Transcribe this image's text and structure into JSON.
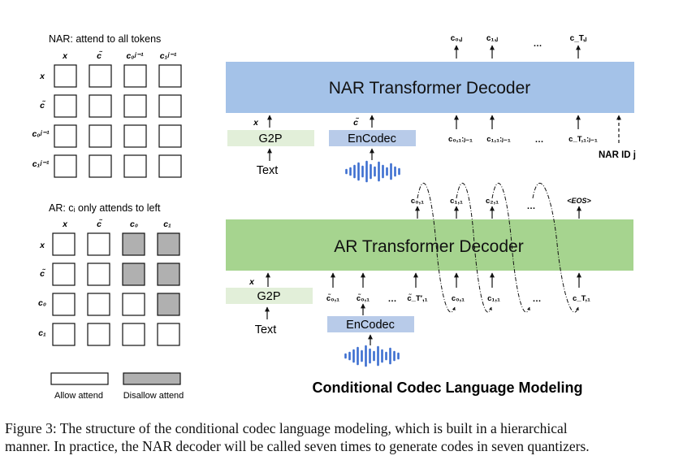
{
  "nar_mask": {
    "title": "NAR:  attend to all tokens",
    "col_headers": [
      "x",
      "c̃",
      "c₀ʲ⁻¹",
      "c₁ʲ⁻¹"
    ],
    "row_headers": [
      "x",
      "c̃",
      "c₀ʲ⁻¹",
      "c₁ʲ⁻¹"
    ],
    "cells": [
      [
        0,
        0,
        0,
        0
      ],
      [
        0,
        0,
        0,
        0
      ],
      [
        0,
        0,
        0,
        0
      ],
      [
        0,
        0,
        0,
        0
      ]
    ]
  },
  "ar_mask": {
    "title": "AR: cᵢ only attends to left",
    "col_headers": [
      "x",
      "c̃",
      "c₀",
      "c₁"
    ],
    "row_headers": [
      "x",
      "c̃",
      "c₀",
      "c₁"
    ],
    "cells": [
      [
        0,
        0,
        1,
        1
      ],
      [
        0,
        0,
        1,
        1
      ],
      [
        0,
        0,
        0,
        1
      ],
      [
        0,
        0,
        0,
        0
      ]
    ]
  },
  "legend": {
    "allow": "Allow attend",
    "disallow": "Disallow attend"
  },
  "colors": {
    "nar_block": "#a4c2e8",
    "ar_block": "#a6d48f",
    "g2p_box": "#e2efd9",
    "encodec_box": "#b8cbe9",
    "waveform": "#3d6fd0",
    "disallow_cell": "#b0b0b0"
  },
  "nar": {
    "decoder_label": "NAR Transformer Decoder",
    "outputs": [
      "c₀,ⱼ",
      "c₁,ⱼ",
      "…",
      "c_T,ⱼ"
    ],
    "inputs": [
      "c₀,₁:ⱼ₋₁",
      "c₁,₁:ⱼ₋₁",
      "…",
      "c_T,₁:ⱼ₋₁"
    ],
    "x_label": "x",
    "ctilde_label": "c̃",
    "g2p": "G2P",
    "encodec": "EnCodec",
    "text": "Text",
    "id_label": "NAR ID j",
    "waveform_icon": "waveform-icon"
  },
  "ar": {
    "decoder_label": "AR Transformer Decoder",
    "outputs": [
      "c₀,₁",
      "c₁,₁",
      "c₂,₁",
      "…",
      "<EOS>"
    ],
    "prompt_inputs": [
      "c̃₀,₁",
      "c̃₀,₁",
      "…",
      "c̃_T′,₁"
    ],
    "inputs": [
      "c₀,₁",
      "c₁,₁",
      "…",
      "c_T,₁"
    ],
    "x_label": "x",
    "g2p": "G2P",
    "encodec": "EnCodec",
    "text": "Text",
    "waveform_icon": "waveform-icon"
  },
  "section_title": "Conditional Codec Language Modeling",
  "caption": {
    "line1": "Figure 3: The structure of the conditional codec language modeling, which is built in a hierarchical",
    "line2": "manner. In practice, the NAR decoder will be called seven times to generate codes in seven quantizers."
  }
}
